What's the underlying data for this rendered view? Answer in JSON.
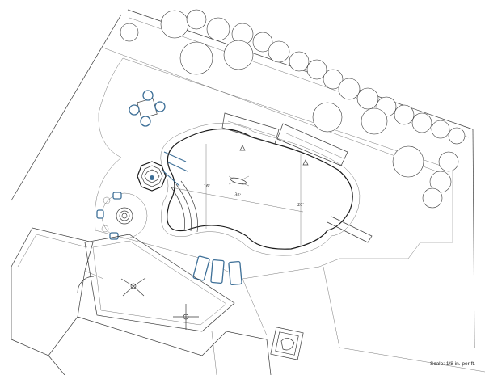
{
  "drawing": {
    "scale_note": "Scale: 1/8 in. per ft.",
    "dimensions": {
      "pool_length": "36'",
      "pool_width_left": "16'",
      "pool_width_right": "20'"
    },
    "colors": {
      "linework": "#3a3a3a",
      "accent": "#3d6f97",
      "background": "#ffffff"
    }
  }
}
